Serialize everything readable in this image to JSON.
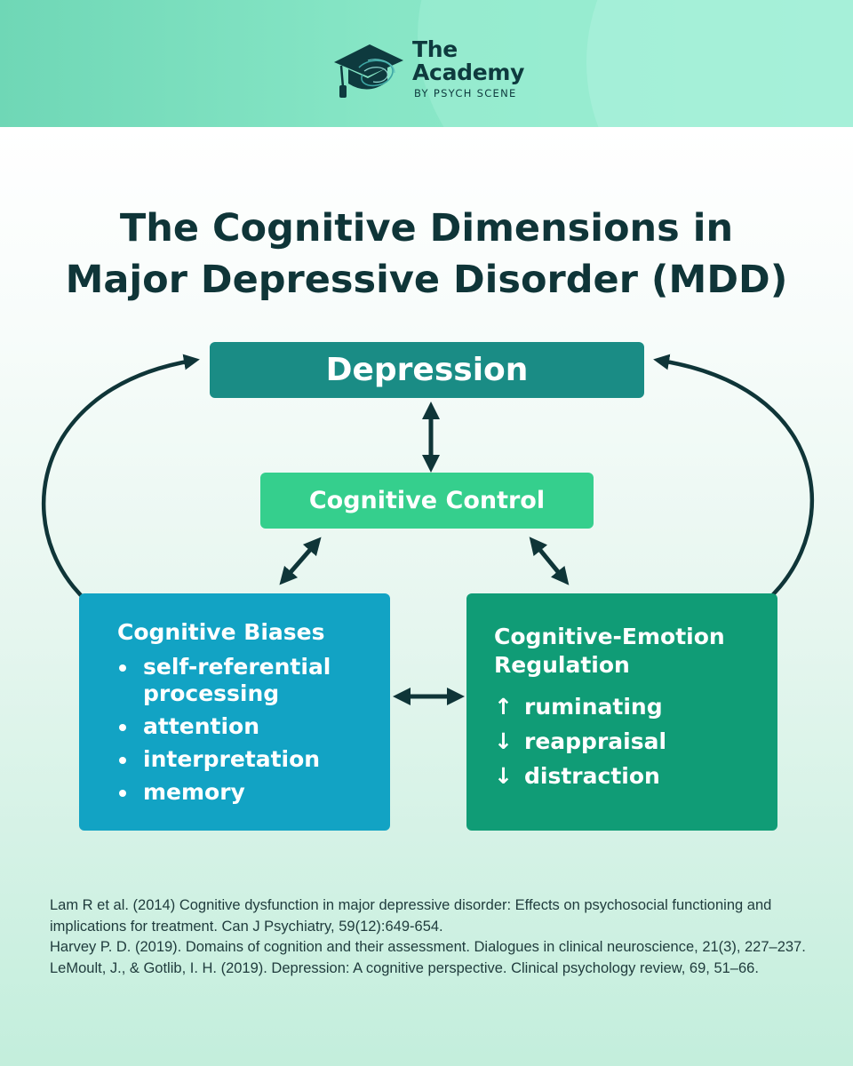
{
  "brand": {
    "name_line1": "The",
    "name_line2": "Academy",
    "subtitle": "BY PSYCH SCENE",
    "icon": "graduation-cap-icon"
  },
  "title": {
    "line1": "The Cognitive Dimensions in",
    "line2": "Major Depressive Disorder (MDD)"
  },
  "diagram": {
    "depression": "Depression",
    "cognitive_control": "Cognitive Control",
    "cognitive_biases": {
      "title": "Cognitive Biases",
      "items": [
        "self-referential processing",
        "attention",
        "interpretation",
        "memory"
      ]
    },
    "emotion_regulation": {
      "title_line1": "Cognitive-Emotion",
      "title_line2": "Regulation",
      "items": [
        {
          "arrow": "↑",
          "label": "ruminating"
        },
        {
          "arrow": "↓",
          "label": "reappraisal"
        },
        {
          "arrow": "↓",
          "label": "distraction"
        }
      ]
    }
  },
  "references": [
    "Lam R et al. (2014) Cognitive dysfunction in major depressive disorder: Effects on psychosocial functioning and implications for treatment. Can J Psychiatry, 59(12):649-654.",
    "Harvey P. D. (2019). Domains of cognition and their assessment. Dialogues in clinical neuroscience, 21(3), 227–237.",
    "LeMoult, J., & Gotlib, I. H. (2019). Depression: A cognitive perspective. Clinical psychology review, 69, 51–66."
  ],
  "colors": {
    "depression": "#1a8c85",
    "cognitive_control": "#35cf8d",
    "cognitive_biases": "#12a3c4",
    "emotion_regulation": "#109c76",
    "arrow": "#0f3538"
  }
}
